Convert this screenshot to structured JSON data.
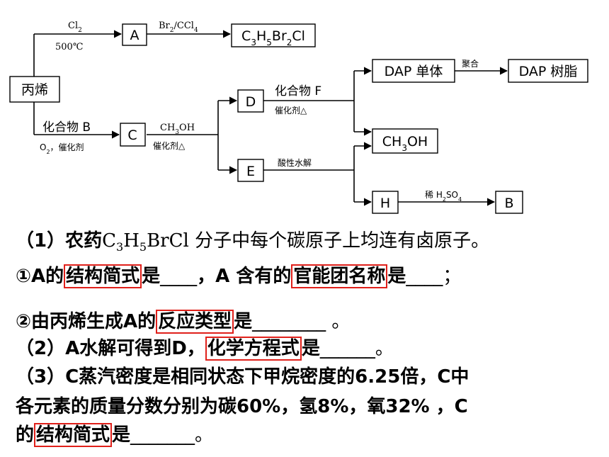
{
  "diagram": {
    "nodes": {
      "propene": "丙烯",
      "A": "A",
      "product1": "C3H5Br2Cl",
      "C": "C",
      "D": "D",
      "E": "E",
      "dap_monomer": "DAP 单体",
      "dap_resin": "DAP 树脂",
      "ch3oh": "CH3OH",
      "H": "H",
      "B": "B"
    },
    "labels": {
      "cl2": "Cl2",
      "t500": "500℃",
      "br2": "Br2/CCl4",
      "compoundB": "化合物 B",
      "o2cat": "O2，催化剂",
      "ch3oh_above": "CH3OH",
      "cat_heat_c": "催化剂△",
      "compoundF": "化合物 F",
      "cat_heat_d": "催化剂△",
      "polymerize": "聚合",
      "hydrolysis": "酸性水解",
      "dil_h2so4": "稀 H2SO4"
    }
  },
  "questions": {
    "q1_prefix": "（1）农药",
    "q1_formula": "C3H5BrCl",
    "q1_suffix": " 分子中每个碳原子上均连有卤原子。",
    "q1a_1": "①A的",
    "q1a_kw1": "结构简式",
    "q1a_2": "是",
    "q1a_blank1": "____",
    "q1a_3": "，A 含有的",
    "q1a_kw2": "官能团名称",
    "q1a_4": "是",
    "q1a_blank2": "____；",
    "q1b_1": "②由丙烯生成A的",
    "q1b_kw": "反应类型",
    "q1b_2": "是",
    "q1b_blank": "________ 。",
    "q2_1": "（2）A水解可得到D，",
    "q2_kw": "化学方程式",
    "q2_2": "是",
    "q2_blank": "______。",
    "q3_line1": "（3）C蒸汽密度是相同状态下甲烷密度的6.25倍，C中",
    "q3_line2": "各元素的质量分数分别为碳60%，氢8%，氧32% ，C",
    "q3_3a": "的",
    "q3_kw": "结构简式",
    "q3_3b": "是",
    "q3_blank": "_______。"
  }
}
